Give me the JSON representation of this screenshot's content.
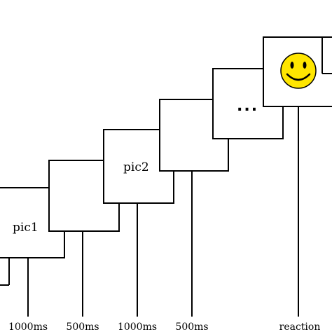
{
  "frames": {
    "pic1_label": "pic1",
    "pic2_label": "pic2",
    "ellipsis": "..."
  },
  "timeline": {
    "labels": [
      "1000ms",
      "500ms",
      "1000ms",
      "500ms",
      "reaction"
    ]
  },
  "icons": {
    "final_frame": "smiley-face-icon"
  },
  "colors": {
    "smiley_fill": "#FFE600",
    "line": "#000000",
    "background": "#FFFFFF"
  }
}
